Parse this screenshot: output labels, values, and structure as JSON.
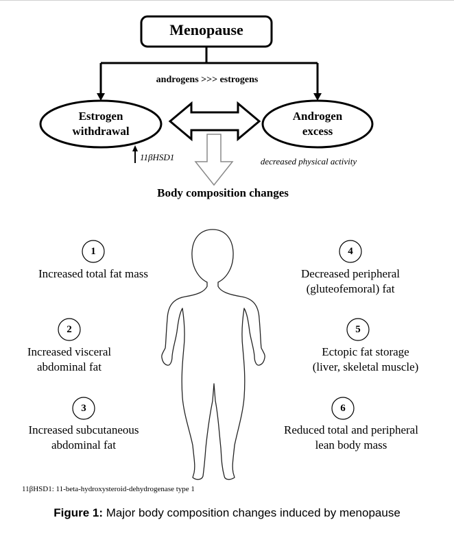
{
  "title": "Menopause",
  "ratio_label": "androgens >>> estrogens",
  "left_node": {
    "line1": "Estrogen",
    "line2": "withdrawal"
  },
  "right_node": {
    "line1": "Androgen",
    "line2": "excess"
  },
  "enzyme_label": "11βHSD1",
  "activity_label": "decreased physical activity",
  "outcome_heading": "Body composition changes",
  "changes": [
    {
      "number": "1",
      "line1": "Increased total fat mass",
      "line2": ""
    },
    {
      "number": "2",
      "line1": "Increased visceral",
      "line2": "abdominal fat"
    },
    {
      "number": "3",
      "line1": "Increased subcutaneous",
      "line2": "abdominal fat"
    },
    {
      "number": "4",
      "line1": "Decreased peripheral",
      "line2": "(gluteofemoral) fat"
    },
    {
      "number": "5",
      "line1": "Ectopic fat storage",
      "line2": "(liver, skeletal muscle)"
    },
    {
      "number": "6",
      "line1": "Reduced total and peripheral",
      "line2": "lean body mass"
    }
  ],
  "footnote": "11βHSD1: 11-beta-hydroxysteroid-dehydrogenase type 1",
  "caption": {
    "label": "Figure 1:",
    "text": " Major body composition changes induced by menopause"
  }
}
